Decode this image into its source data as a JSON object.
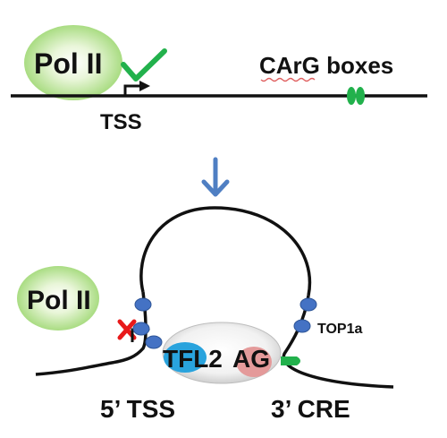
{
  "top_panel": {
    "polymerase_label": "Pol II",
    "tss_label": "TSS",
    "carg_label": "CArG boxes",
    "active_mark_color": "#22b14c",
    "carg_box_color": "#22b14c"
  },
  "transition_arrow": {
    "color": "#4f7fc3"
  },
  "bottom_panel": {
    "polymerase_label": "Pol II",
    "tfl2_label": "TFL2",
    "ag_label": "AG",
    "top1a_label": "TOP1a",
    "tss_label": "5’ TSS",
    "cre_label": "3’ CRE",
    "blocked_mark_color": "#e8191a",
    "top1a_color": "#4472c4",
    "tfl2_color": "#29a3dd",
    "ag_color": "#e49a9a"
  }
}
